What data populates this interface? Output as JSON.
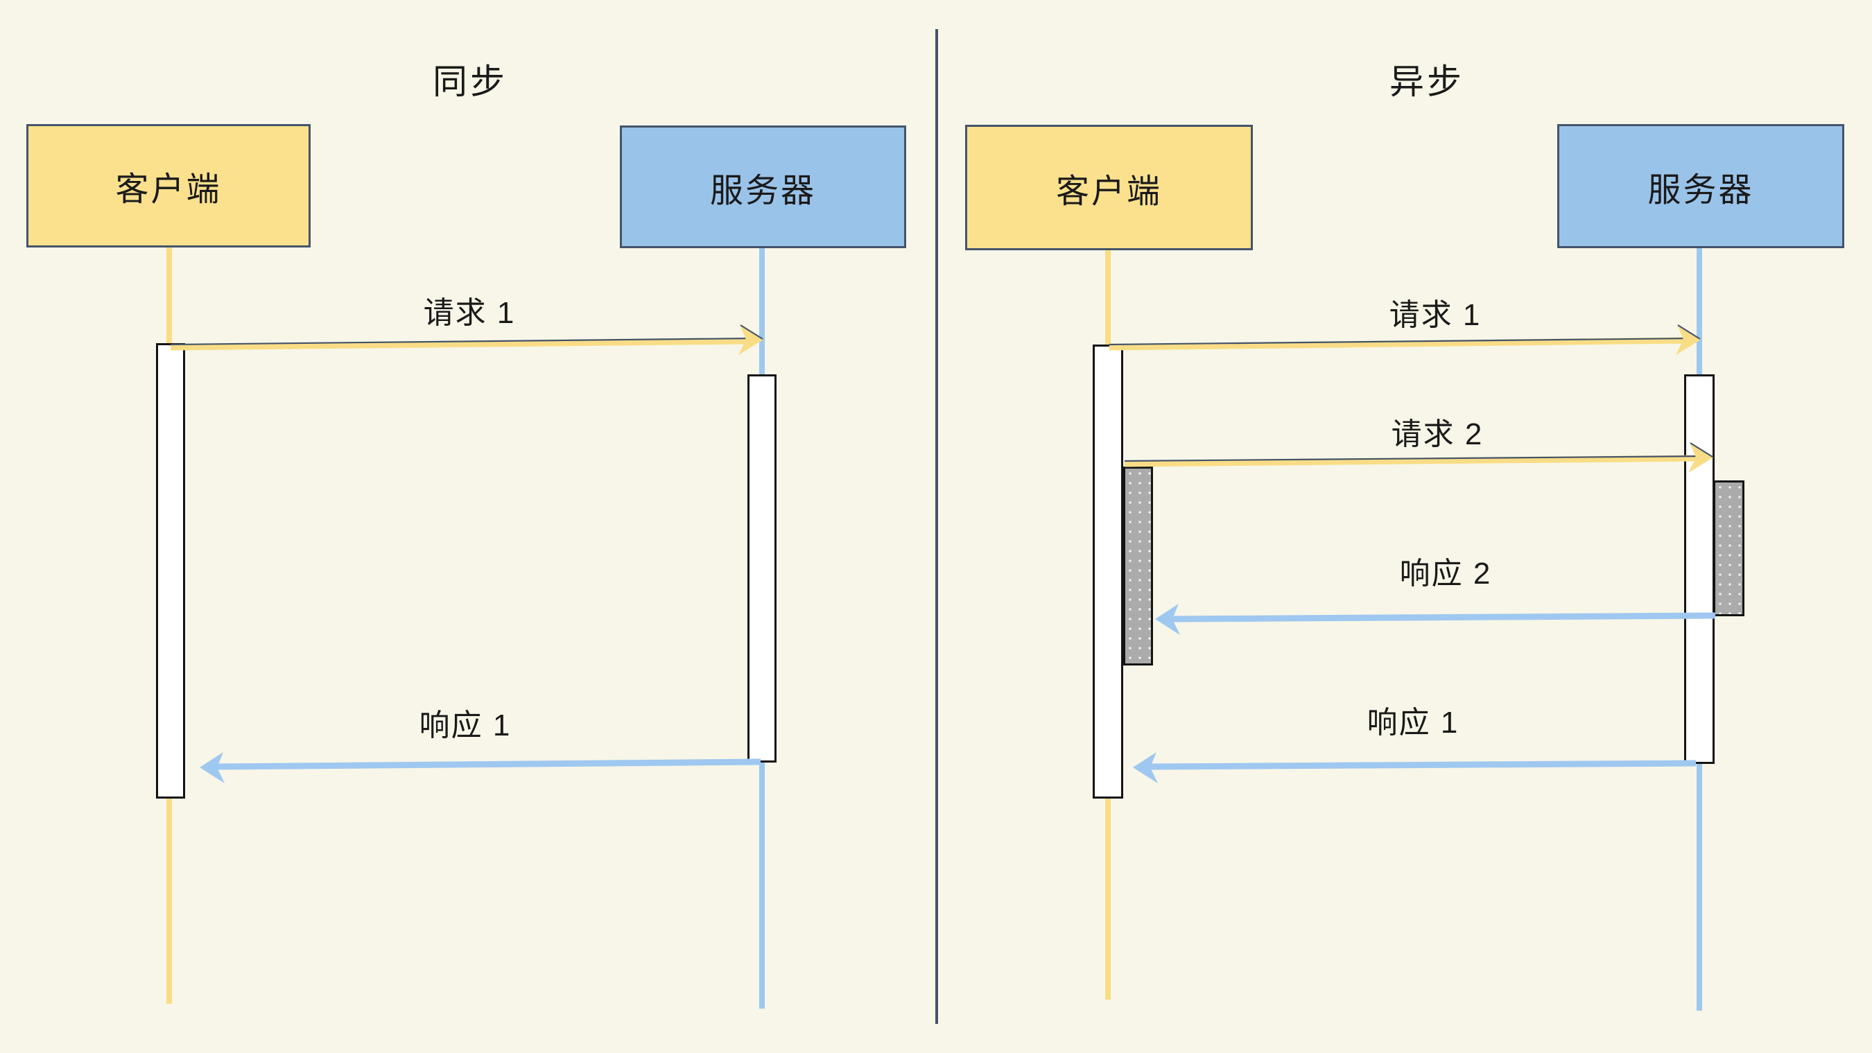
{
  "colors": {
    "background": "#F7F6E8",
    "divider": "#44546A",
    "actor_border": "#44546A",
    "client_fill": "#FBE18D",
    "server_fill": "#9AC3E9",
    "client_line": "#F9DD86",
    "server_line": "#9FC8F0",
    "activation_fill": "#FFFFFF",
    "activation_border": "#141414",
    "busy_fill": "#ABABAB",
    "text": "#1A1A1A",
    "accent": "#44546A"
  },
  "panels": [
    {
      "title": "同步",
      "client_label": "客户端",
      "server_label": "服务器",
      "messages": [
        {
          "label": "请求 1",
          "from": "client",
          "to": "server"
        },
        {
          "label": "响应 1",
          "from": "server",
          "to": "client"
        }
      ]
    },
    {
      "title": "异步",
      "client_label": "客户端",
      "server_label": "服务器",
      "messages": [
        {
          "label": "请求 1",
          "from": "client",
          "to": "server"
        },
        {
          "label": "请求 2",
          "from": "client",
          "to": "server"
        },
        {
          "label": "响应 2",
          "from": "server",
          "to": "client"
        },
        {
          "label": "响应 1",
          "from": "server",
          "to": "client"
        }
      ]
    }
  ]
}
